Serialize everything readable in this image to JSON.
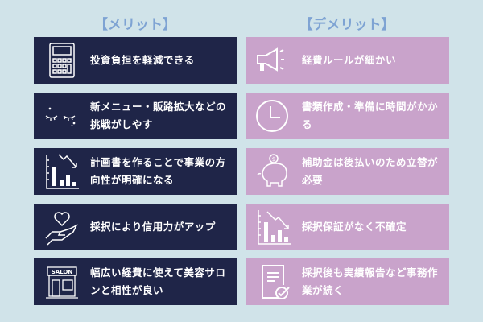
{
  "colors": {
    "background": "#d0e3e9",
    "merit": "#1f2548",
    "demerit": "#c9a3cb",
    "heading": "#7ea3d3"
  },
  "merits": {
    "heading": "【メリット】",
    "items": [
      {
        "icon": "calculator-icon",
        "text": "投資負担を軽減できる"
      },
      {
        "icon": "sparkling-eyes-icon",
        "text": "新メニュー・販路拡大などの挑戦がしやす"
      },
      {
        "icon": "bar-chart-icon",
        "text": "計画書を作ることで事業の方向性が明確になる"
      },
      {
        "icon": "heart-hand-icon",
        "text": "採択により信用力がアップ"
      },
      {
        "icon": "salon-storefront-icon",
        "text": "幅広い経費に使えて美容サロンと相性が良い",
        "sign": "SALON"
      }
    ]
  },
  "demerits": {
    "heading": "【デメリット】",
    "items": [
      {
        "icon": "megaphone-icon",
        "text": "経費ルールが細かい"
      },
      {
        "icon": "clock-icon",
        "text": "書類作成・準備に時間がかかる"
      },
      {
        "icon": "piggy-bank-icon",
        "text": "補助金は後払いのため立替が必要"
      },
      {
        "icon": "declining-chart-icon",
        "text": "採択保証がなく不確定"
      },
      {
        "icon": "document-check-icon",
        "text": "採択後も実績報告など事務作業が続く"
      }
    ]
  }
}
